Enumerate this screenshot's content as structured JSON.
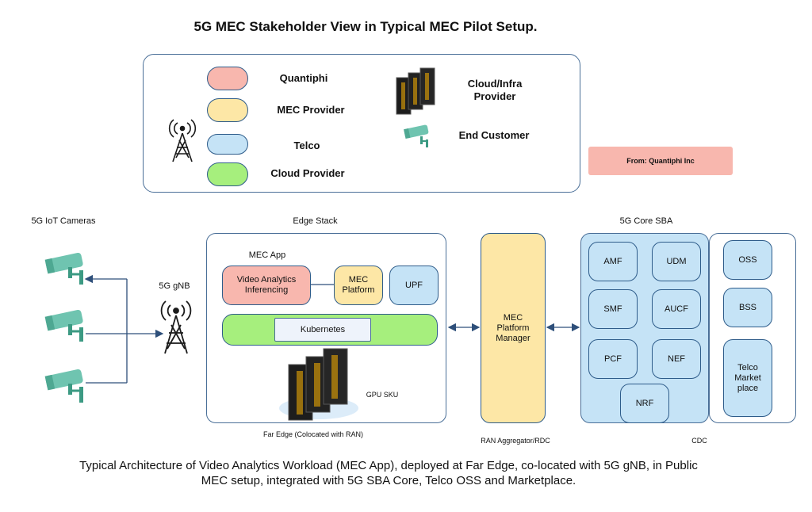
{
  "title": "5G MEC Stakeholder View in Typical MEC Pilot Setup.",
  "legend": {
    "items": [
      {
        "label": "Quantiphi",
        "color": "#f8b7ae"
      },
      {
        "label": "MEC Provider",
        "color": "#fde7a6"
      },
      {
        "label": "Telco",
        "color": "#c5e3f6"
      },
      {
        "label": "Cloud Provider",
        "color": "#a6ef7d"
      }
    ],
    "cloud_infra_label": "Cloud/Infra Provider",
    "end_customer_label": "End Customer"
  },
  "badge": "From: Quantiphi Inc",
  "labels": {
    "cameras": "5G IoT Cameras",
    "gnb": "5G gNB",
    "edge_stack": "Edge Stack",
    "mec_app": "MEC App",
    "gpu_sku": "GPU SKU",
    "far_edge": "Far Edge (Colocated with RAN)",
    "ran_aggregator": "RAN Aggregator/RDC",
    "core_sba": "5G Core SBA",
    "cdc": "CDC"
  },
  "edge": {
    "video_analytics": "Video Analytics Inferencing",
    "mec_platform": "MEC Platform",
    "upf": "UPF",
    "kubernetes": "Kubernetes"
  },
  "mec_platform_manager": "MEC Platform Manager",
  "core_nodes": [
    "AMF",
    "UDM",
    "SMF",
    "AUCF",
    "PCF",
    "NEF",
    "NRF"
  ],
  "cdc_nodes": [
    "OSS",
    "BSS",
    "Telco Market place"
  ],
  "colors": {
    "quantiphi": "#f8b7ae",
    "mec_provider": "#fde7a6",
    "telco": "#c5e3f6",
    "cloud_provider": "#a6ef7d",
    "border": "#2e5c8a",
    "camera": "#6fc4b0"
  },
  "caption": "Typical Architecture of Video Analytics Workload (MEC App), deployed at Far Edge, co-located with 5G gNB, in Public MEC setup, integrated with 5G  SBA Core, Telco OSS and Marketplace."
}
